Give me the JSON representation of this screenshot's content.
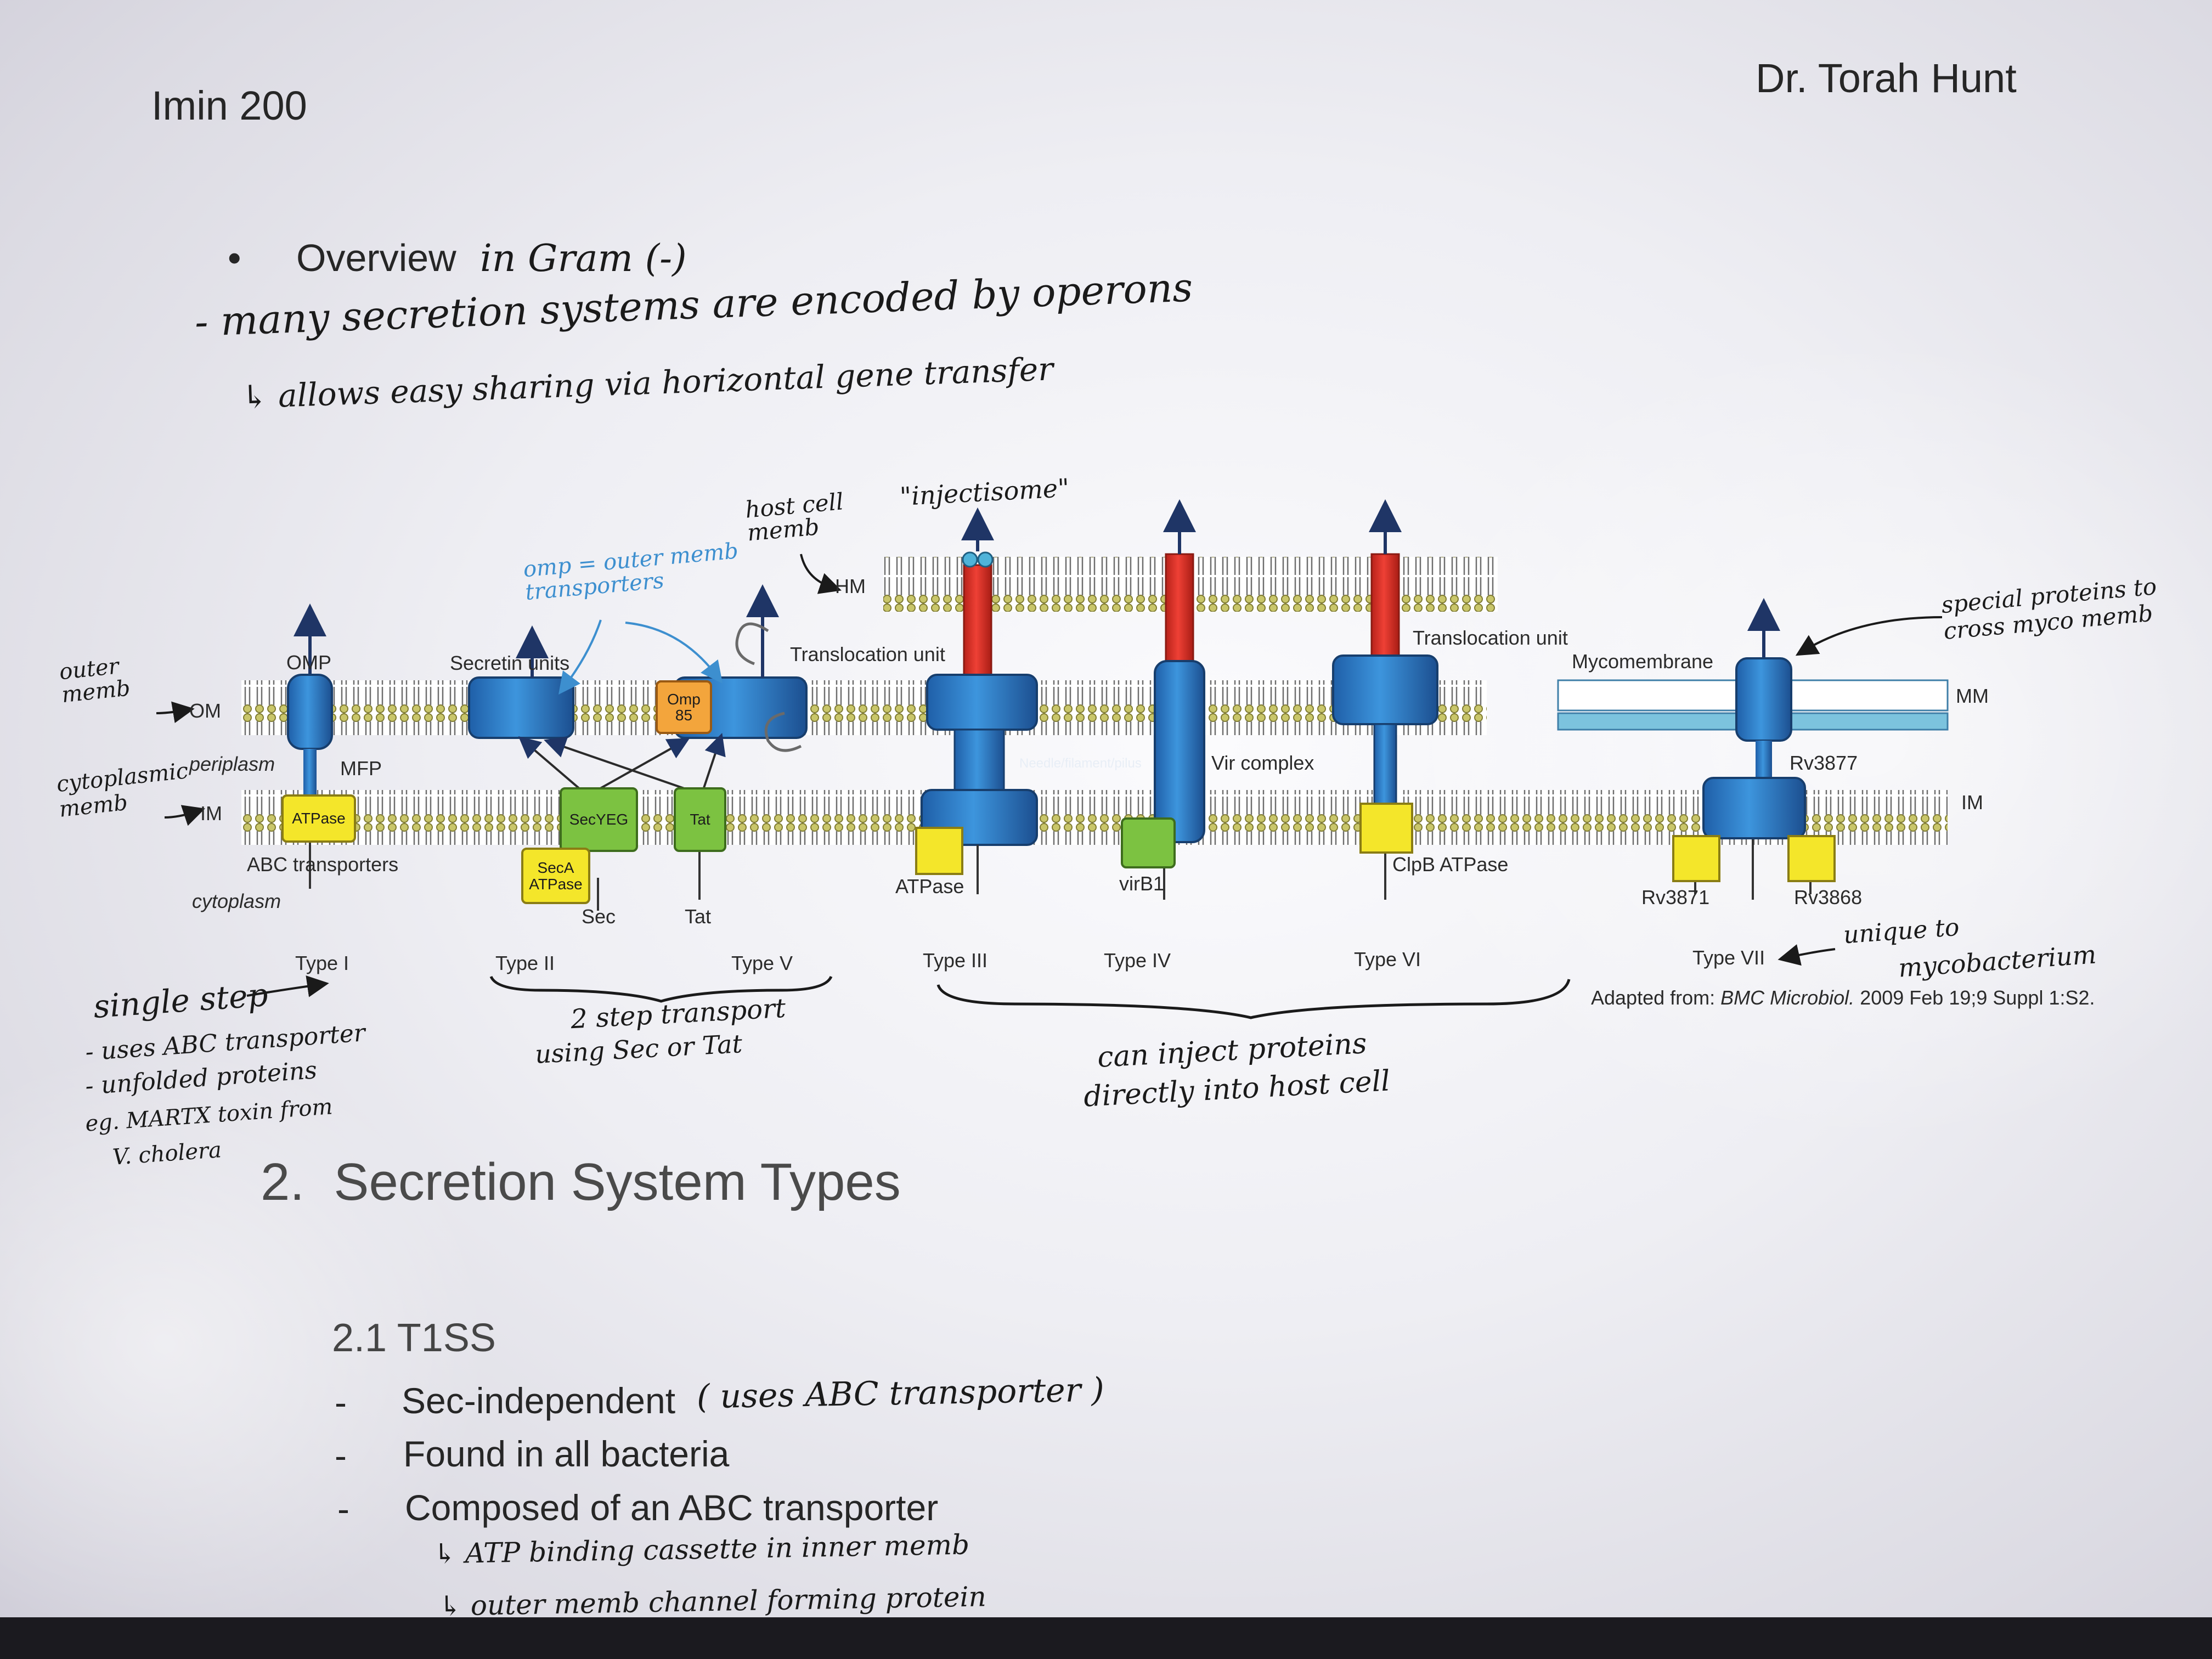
{
  "header": {
    "course": "Imin 200",
    "instructor": "Dr. Torah Hunt"
  },
  "intro": {
    "bullet_printed": "Overview",
    "bullet_handwritten": "in Gram (-)",
    "note_line_1": "- many secretion systems are encoded by operons",
    "note_line_2": "↳ allows easy sharing via horizontal gene transfer"
  },
  "diagram": {
    "membranes": {
      "om": "OM",
      "im": "IM",
      "hm": "HM",
      "mm": "MM",
      "periplasm": "periplasm",
      "cytoplasm": "cytoplasm",
      "mycomembrane": "Mycomembrane"
    },
    "labels": {
      "omp": "OMP",
      "mfp": "MFP",
      "atpase": "ATPase",
      "abc_transporters": "ABC transporters",
      "secretin_units": "Secretin units",
      "omp85": "Omp 85",
      "secyeg": "SecYEG",
      "tat": "Tat",
      "seca_atpase": "SecA ATPase",
      "sec": "Sec",
      "tat_bottom": "Tat",
      "translocation_unit_left": "Translocation unit",
      "needle": "Needle/filament/pilus",
      "atpase_t3": "ATPase",
      "vir_complex": "Vir complex",
      "virb1": "virB1",
      "translocation_unit_right": "Translocation unit",
      "clpb_atpase": "ClpB ATPase",
      "rv3877": "Rv3877",
      "rv3871": "Rv3871",
      "rv3868": "Rv3868"
    },
    "types": [
      "Type I",
      "Type II",
      "Type V",
      "Type III",
      "Type IV",
      "Type VI",
      "Type VII"
    ],
    "citation_prefix": "Adapted from: ",
    "citation_journal": "BMC Microbiol.",
    "citation_suffix": " 2009 Feb 19;9 Suppl 1:S2.",
    "colors": {
      "blue": "#2f79c3",
      "red": "#d93025",
      "yellow": "#f4e62a",
      "green": "#7cc241",
      "orange": "#f3a53c",
      "membrane": "#c9c66a"
    }
  },
  "annotations": {
    "outer_memb": "outer memb",
    "cytoplasmic_memb": "cytoplasmic memb",
    "omp_outer": "omp = outer memb transporters",
    "host_cell_memb": "host cell memb",
    "injectisome": "\"injectisome\"",
    "special_proteins": "special proteins to cross myco memb",
    "single_step": "single step",
    "uses_abc": "- uses ABC transporter",
    "unfolded": "- unfolded proteins",
    "eg_martx": "eg. MARTX toxin from",
    "v_cholera": "V. cholera",
    "two_step": "2 step transport",
    "using_sec_tat": "using Sec or Tat",
    "can_inject": "can inject proteins",
    "directly_host": "directly into host cell",
    "unique_to": "unique to",
    "mycobacterium": "mycobacterium"
  },
  "section": {
    "heading": "2.  Secretion System Types",
    "subheading": "2.1 T1SS",
    "items": [
      {
        "printed": "Sec-independent",
        "handwritten": "( uses ABC transporter )"
      },
      {
        "printed": "Found in all bacteria",
        "handwritten": ""
      },
      {
        "printed": "Composed of an ABC transporter",
        "handwritten": ""
      }
    ],
    "sub_note_1": "↳ ATP binding cassette in inner memb",
    "sub_note_2": "↳ outer memb channel forming protein"
  }
}
